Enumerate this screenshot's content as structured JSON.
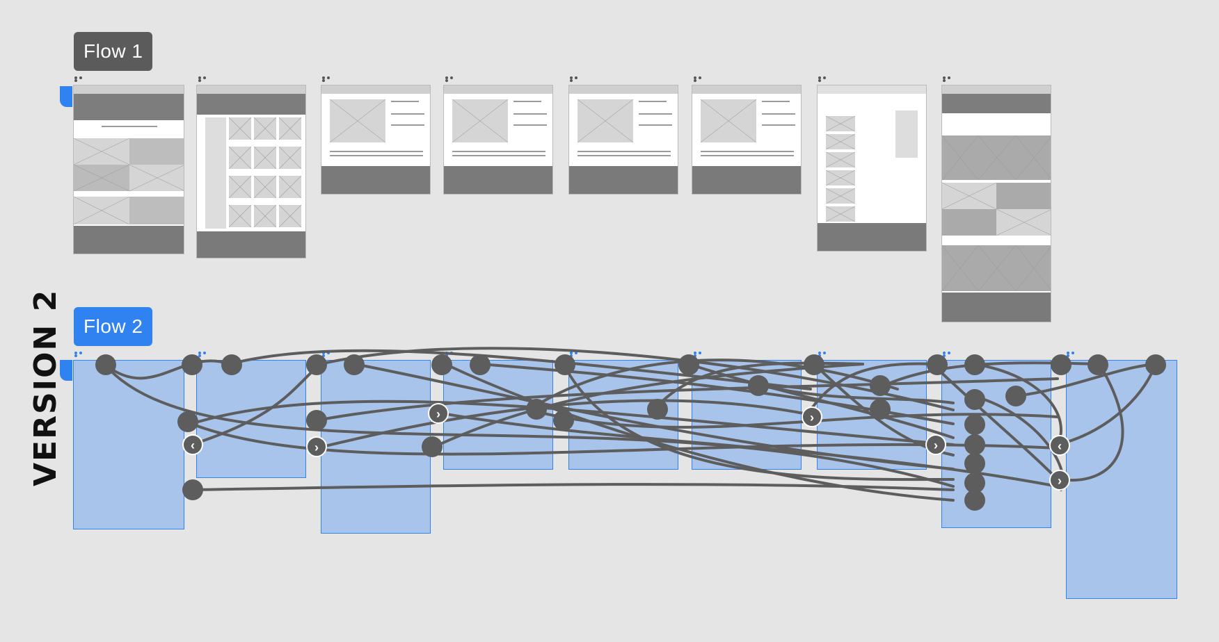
{
  "flow1": {
    "label": "Flow 1"
  },
  "flow2": {
    "label": "Flow 2"
  },
  "version": {
    "label": "VERSION 2"
  },
  "colors": {
    "canvas": "#e5e5e5",
    "flow1_badge": "#5b5b5b",
    "flow2_badge": "#2f82f0",
    "selection": "#2f82f0",
    "wire": "#5d5d5d"
  },
  "icons": {
    "frame_menu": "more-horizontal-icon",
    "connector": "prototype-connection-icon",
    "chevron_left": "chevron-left-icon",
    "chevron_right": "chevron-right-icon",
    "chevron_left_glyph": "‹",
    "chevron_right_glyph": "›"
  }
}
